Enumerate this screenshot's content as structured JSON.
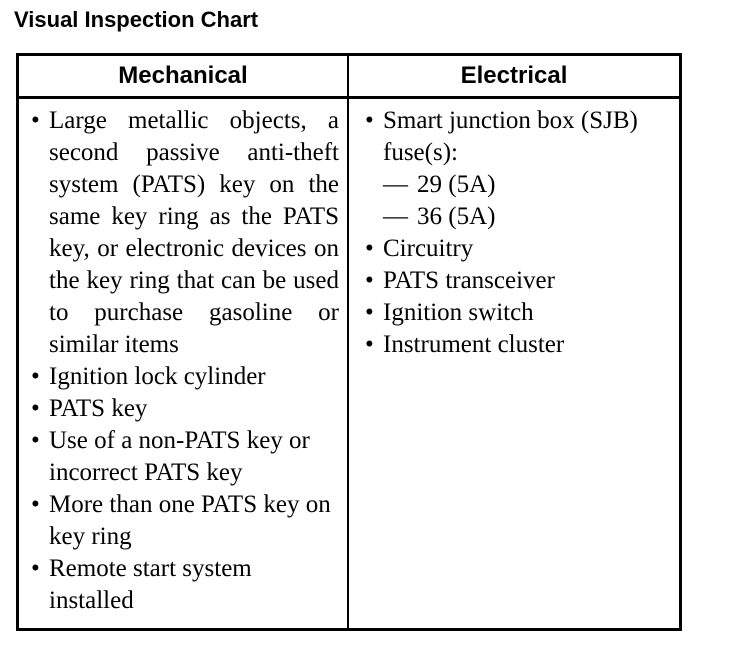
{
  "page": {
    "title": "Visual Inspection Chart",
    "background_color": "#ffffff",
    "text_color": "#000000",
    "border_color": "#000000"
  },
  "table": {
    "columns": [
      {
        "header": "Mechanical"
      },
      {
        "header": "Electrical"
      }
    ],
    "mechanical": {
      "bullet_glyph": "•",
      "items": [
        {
          "text": "Large metallic objects, a second passive anti-theft system (PATS) key on the same key ring as the PATS key, or electronic devices on the key ring that can be used to purchase gasoline or similar items",
          "justified": true
        },
        {
          "text": "Ignition lock cylinder",
          "justified": false
        },
        {
          "text": "PATS key",
          "justified": false
        },
        {
          "text": "Use of a non-PATS key or incorrect PATS key",
          "justified": false
        },
        {
          "text": "More than one PATS key on key ring",
          "justified": false
        },
        {
          "text": "Remote start system installed",
          "justified": false
        }
      ]
    },
    "electrical": {
      "bullet_glyph": "•",
      "dash_glyph": "—",
      "items": [
        {
          "text": "Smart junction box (SJB) fuse(s):"
        },
        {
          "text": "Circuitry"
        },
        {
          "text": "PATS transceiver"
        },
        {
          "text": "Ignition switch"
        },
        {
          "text": "Instrument cluster"
        }
      ],
      "fuses": [
        {
          "text": "29 (5A)"
        },
        {
          "text": "36 (5A)"
        }
      ]
    }
  }
}
